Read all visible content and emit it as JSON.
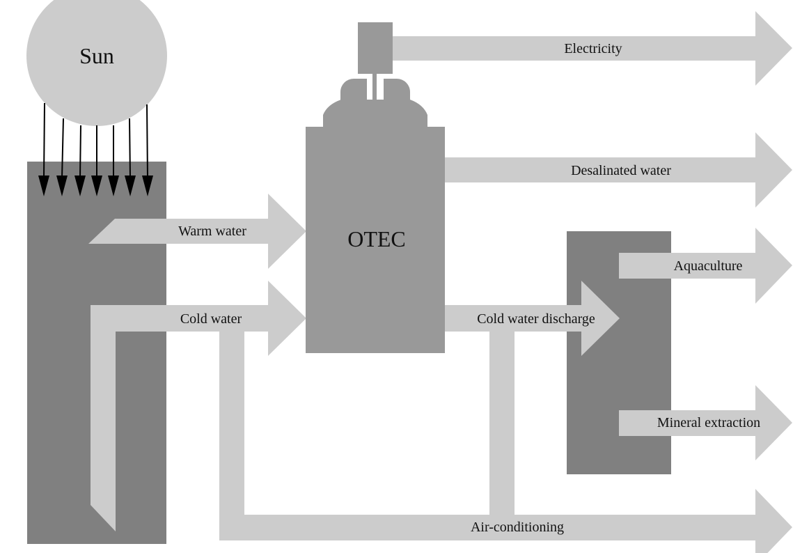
{
  "colors": {
    "light": "#cccccc",
    "medium": "#999999",
    "dark": "#808080",
    "ray": "#000000"
  },
  "nodes": {
    "sun": "Sun",
    "otec": "OTEC"
  },
  "flows": {
    "warm_water": "Warm water",
    "cold_water": "Cold water",
    "electricity": "Electricity",
    "desalinated_water": "Desalinated water",
    "cold_water_discharge": "Cold water discharge",
    "aquaculture": "Aquaculture",
    "mineral_extraction": "Mineral extraction",
    "air_conditioning": "Air-conditioning"
  }
}
